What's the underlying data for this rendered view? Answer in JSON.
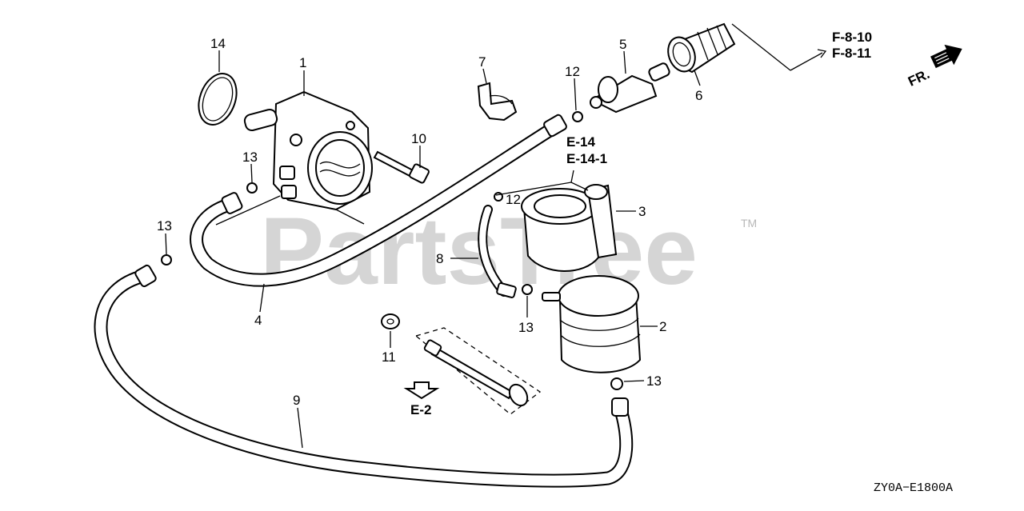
{
  "callouts": {
    "c1": "1",
    "c2": "2",
    "c3": "3",
    "c4": "4",
    "c5": "5",
    "c6": "6",
    "c7": "7",
    "c8": "8",
    "c9": "9",
    "c10": "10",
    "c11": "11",
    "c12a": "12",
    "c12b": "12",
    "c13a": "13",
    "c13b": "13",
    "c13c": "13",
    "c13d": "13",
    "c14": "14"
  },
  "references": {
    "f810": "F-8-10",
    "f811": "F-8-11",
    "e14": "E-14",
    "e141": "E-14-1",
    "e2": "E-2",
    "fr": "FR."
  },
  "watermark": {
    "text": "PartsTree",
    "tm": "TM"
  },
  "diagram_code": "ZY0A−E1800A"
}
